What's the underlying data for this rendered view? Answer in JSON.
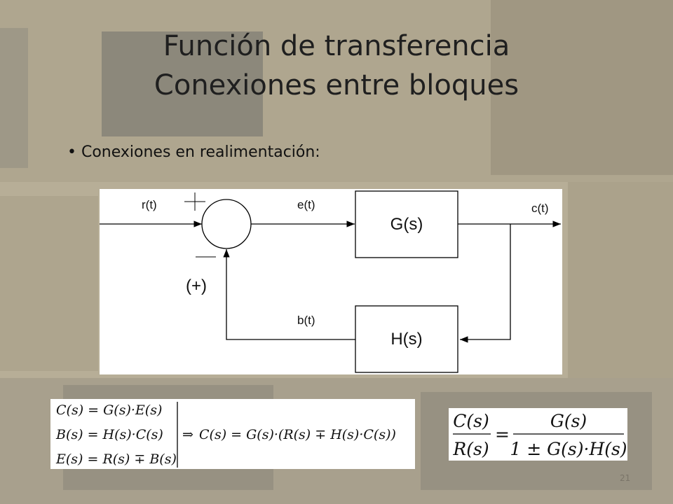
{
  "slide": {
    "title_line1": "Función de transferencia",
    "title_line2": "Conexiones entre bloques",
    "bullet": "• Conexiones en realimentación:",
    "page_number": "21"
  },
  "diagram": {
    "input_label": "r(t)",
    "error_label": "e(t)",
    "output_label": "c(t)",
    "feedback_label": "b(t)",
    "forward_block": "G(s)",
    "feedback_block": "H(s)",
    "plus_sign": "+",
    "minus_sign": "−",
    "alt_sign": "(+)"
  },
  "equations": {
    "eq1": "C(s) = G(s)·E(s)",
    "eq2": "B(s) = H(s)·C(s)",
    "eq3": "E(s) = R(s) ∓ B(s)",
    "implies": "⇒",
    "result": "C(s) = G(s)·(R(s) ∓ H(s)·C(s))",
    "tf_num_left": "C(s)",
    "tf_den_left": "R(s)",
    "tf_equals": "=",
    "tf_num_right": "G(s)",
    "tf_den_right": "1 ± G(s)·H(s)"
  },
  "colors": {
    "background": "#b6ad95",
    "title_text": "#1f1f1f",
    "diagram_bg": "#ffffff"
  }
}
